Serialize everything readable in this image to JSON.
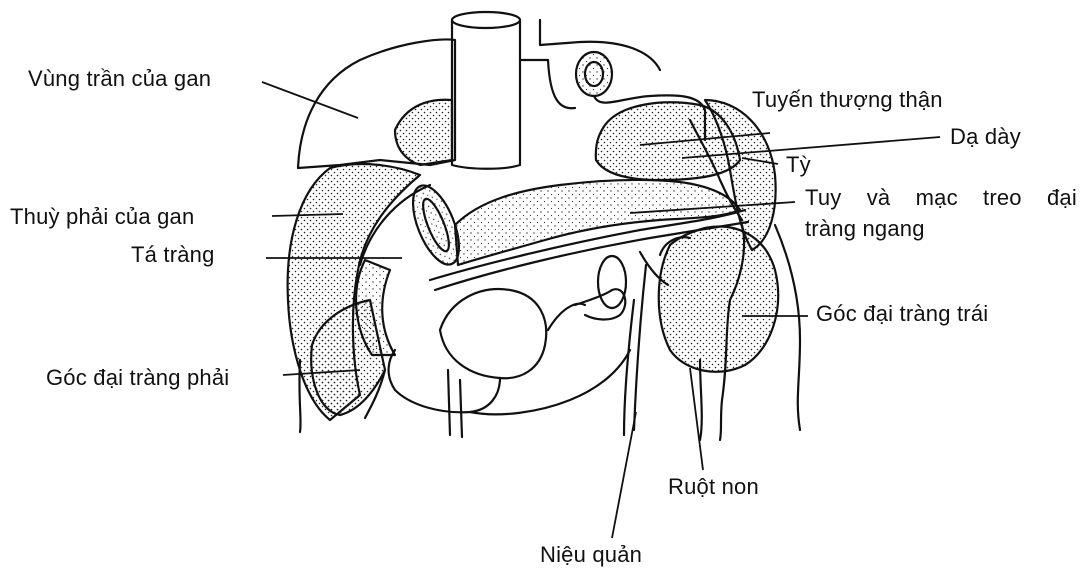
{
  "labels": {
    "bare_area_of_liver": "Vùng trần của gan",
    "right_lobe_of_liver": "Thuỳ phải của gan",
    "duodenum": "Tá tràng",
    "right_colic_flexure": "Góc đại tràng phải",
    "suprarenal_gland": "Tuyến thượng thận",
    "stomach": "Dạ dày",
    "spleen": "Tỳ",
    "pancreas_line1_words": [
      "Tuy",
      "và",
      "mạc",
      "treo",
      "đại"
    ],
    "pancreas_line2": "tràng ngang",
    "left_colic_flexure": "Góc đại tràng trái",
    "small_intestine": "Ruột non",
    "ureter": "Niệu quản"
  },
  "colors": {
    "line": "#111111",
    "stipple": "#222222",
    "background": "#ffffff"
  }
}
